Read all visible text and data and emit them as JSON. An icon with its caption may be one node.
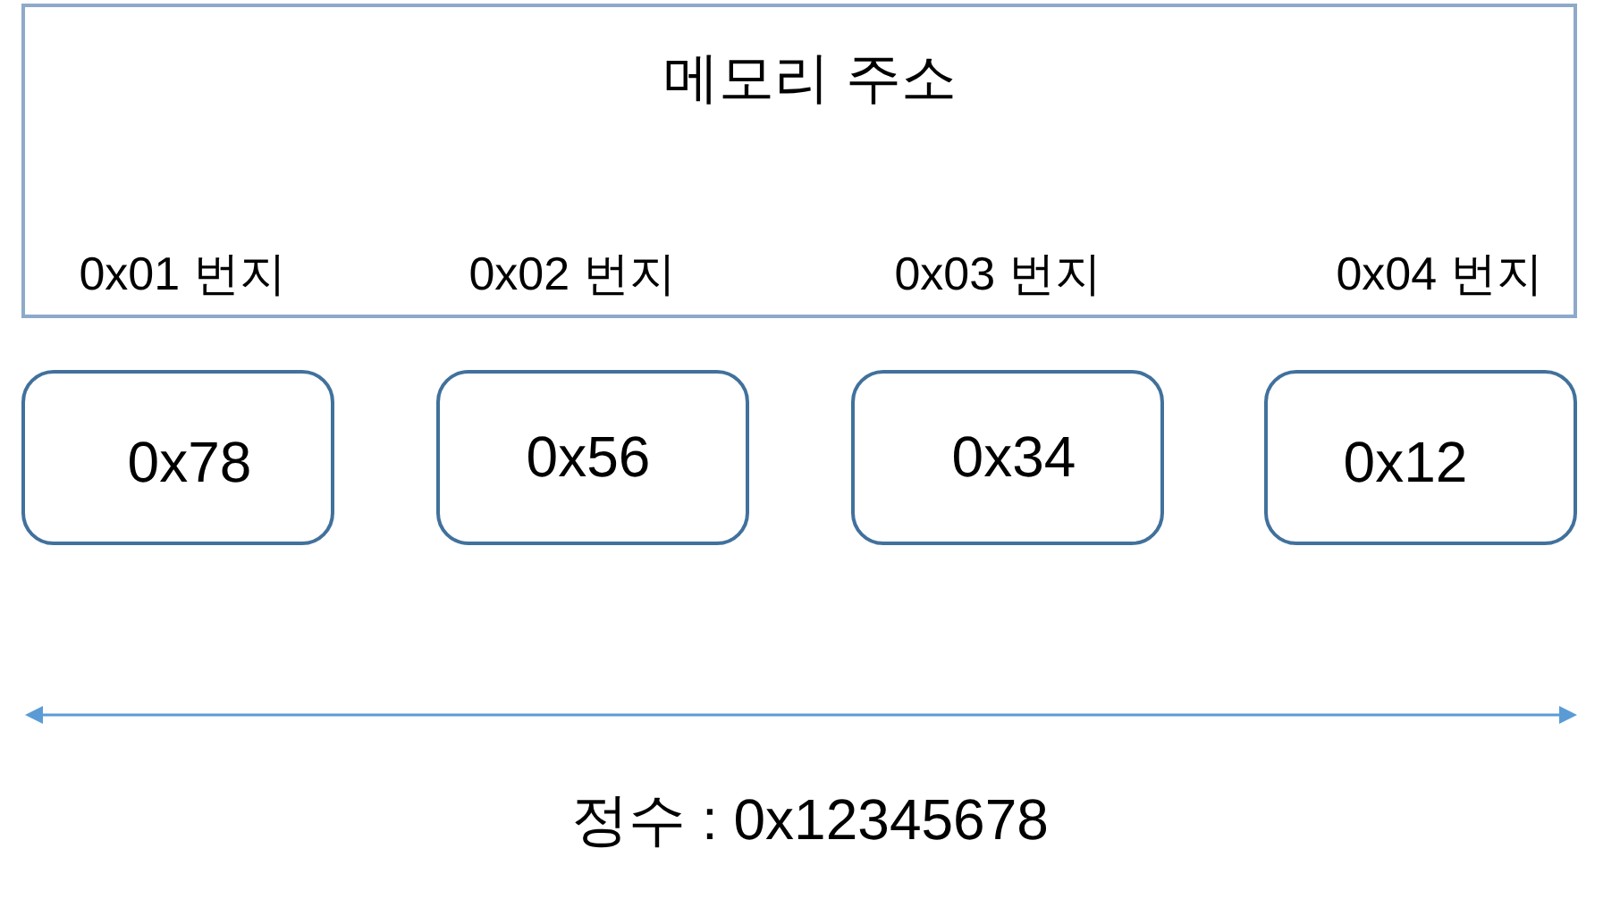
{
  "diagram": {
    "nodes": [
      {
        "text": [
          "메모리 주소",
          "0x01 번지",
          "0x02 번지",
          "0x03 번지",
          "0x04 번지"
        ]
      },
      {
        "text": [
          "0x78"
        ]
      },
      {
        "text": [
          "0x56"
        ]
      },
      {
        "text": [
          "0x34"
        ]
      },
      {
        "text": [
          "0x12"
        ]
      }
    ],
    "labels": [
      "정수 : 0x12345678"
    ]
  }
}
